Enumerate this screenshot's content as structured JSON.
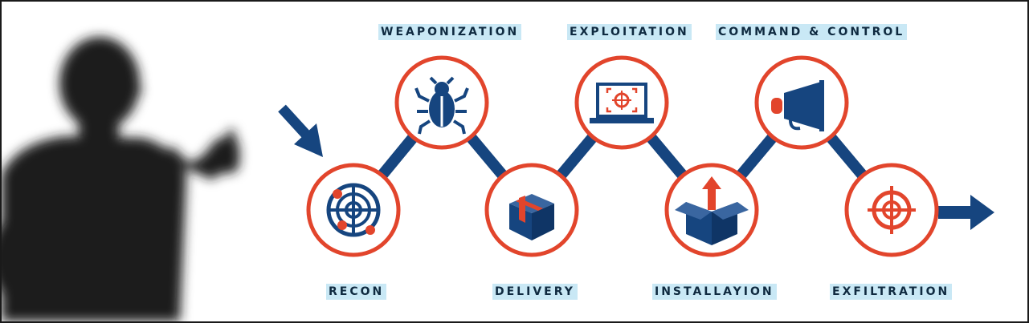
{
  "stages": [
    {
      "label": "RECON",
      "icon": "radar-icon"
    },
    {
      "label": "WEAPONIZATION",
      "icon": "bug-icon"
    },
    {
      "label": "DELIVERY",
      "icon": "package-icon"
    },
    {
      "label": "EXPLOITATION",
      "icon": "laptop-target-icon"
    },
    {
      "label": "INSTALLAYION",
      "icon": "box-upload-icon"
    },
    {
      "label": "COMMAND & CONTROL",
      "icon": "megaphone-icon"
    },
    {
      "label": "EXFILTRATION",
      "icon": "crosshair-icon"
    }
  ],
  "colors": {
    "navy": "#16457f",
    "red": "#e2452c",
    "label_bg": "#c9e8f5",
    "silhouette": "#1b1b1b"
  }
}
